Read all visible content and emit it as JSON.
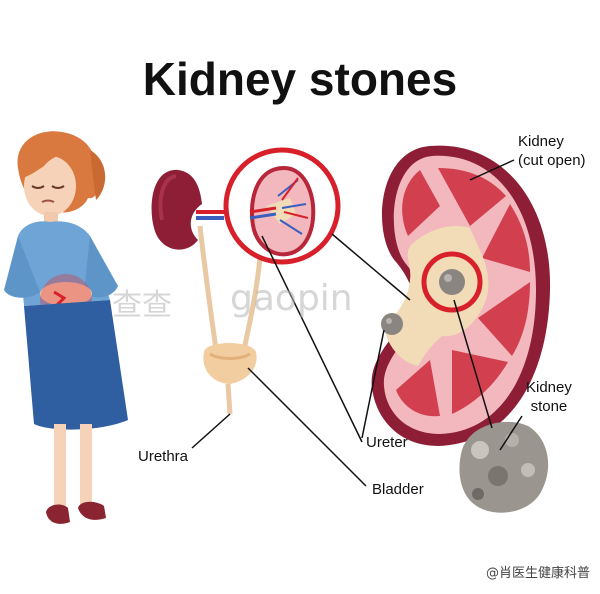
{
  "title": "Kidney stones",
  "labels": {
    "kidney_line1": "Kidney",
    "kidney_line2": "(cut open)",
    "stone_line1": "Kidney",
    "stone_line2": "stone",
    "urethra": "Urethra",
    "ureter": "Ureter",
    "bladder": "Bladder"
  },
  "watermark": {
    "left": "查查",
    "right": "gaopin"
  },
  "credit": "@肖医生健康科普",
  "colors": {
    "kidney_red": "#b8263a",
    "kidney_pink": "#f2b8bd",
    "pelvis": "#f2dcb8",
    "dress": "#2f5fa0",
    "sweater": "#6ea5d6",
    "hair": "#d9793f",
    "magnifier_ring": "#d8202a"
  }
}
